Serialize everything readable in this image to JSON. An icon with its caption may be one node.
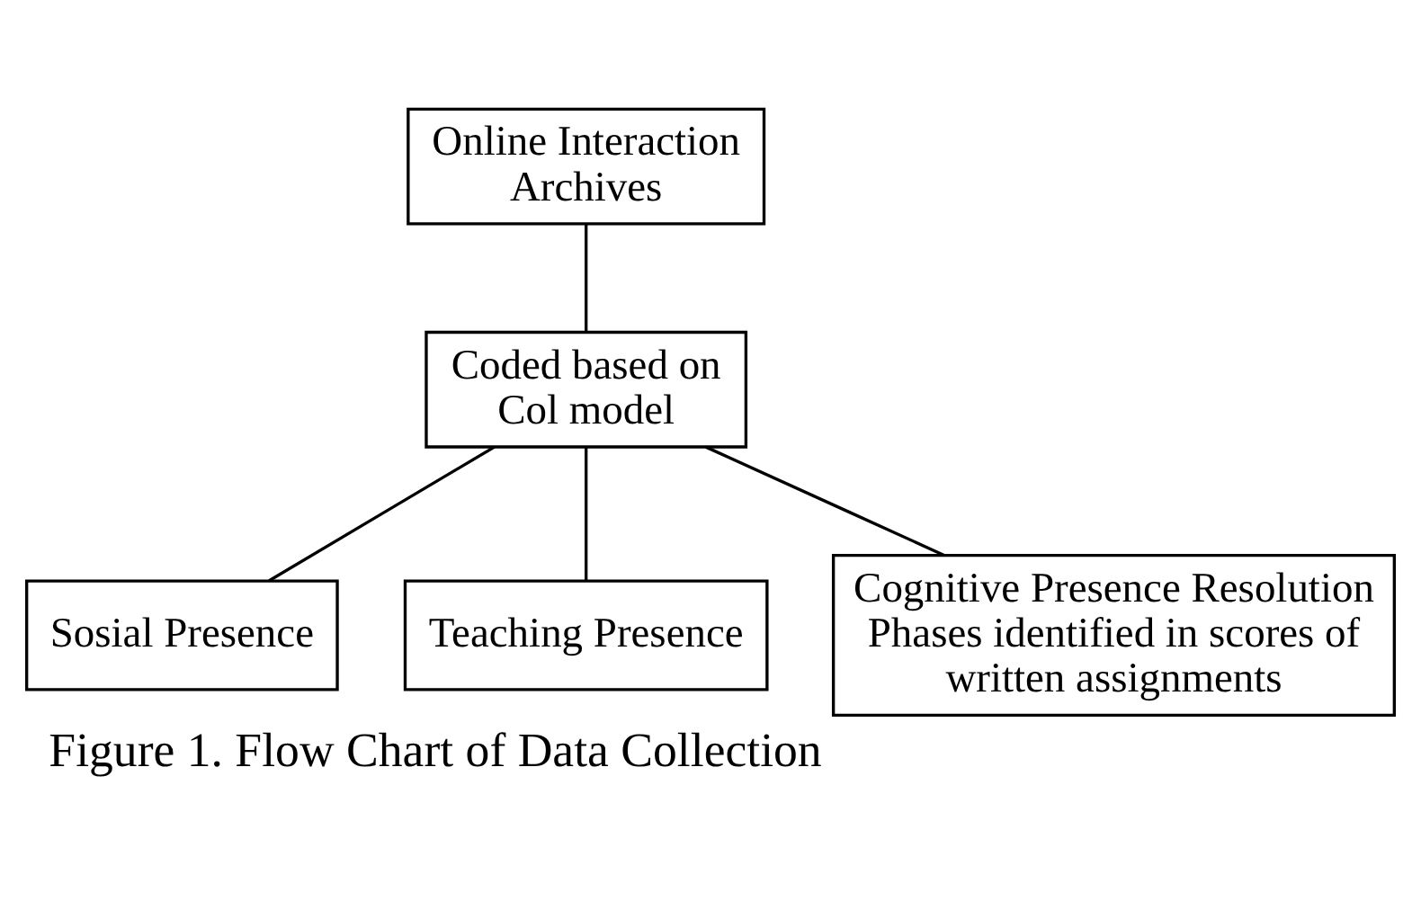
{
  "diagram": {
    "caption": "Figure 1. Flow Chart of Data Collection",
    "nodes": [
      {
        "text": [
          "Online Interaction Archives"
        ]
      },
      {
        "text": [
          "Coded based on Col model"
        ]
      },
      {
        "text": [
          "Sosial Presence"
        ]
      },
      {
        "text": [
          "Teaching Presence"
        ]
      },
      {
        "text": [
          "Cognitive Presence Resolution Phases identified in scores of written assignments"
        ]
      }
    ],
    "edges": [
      {
        "from": 0,
        "to": 1,
        "arrow": "none"
      },
      {
        "from": 1,
        "to": 2,
        "arrow": "none"
      },
      {
        "from": 1,
        "to": 3,
        "arrow": "none"
      },
      {
        "from": 1,
        "to": 4,
        "arrow": "none"
      }
    ]
  }
}
